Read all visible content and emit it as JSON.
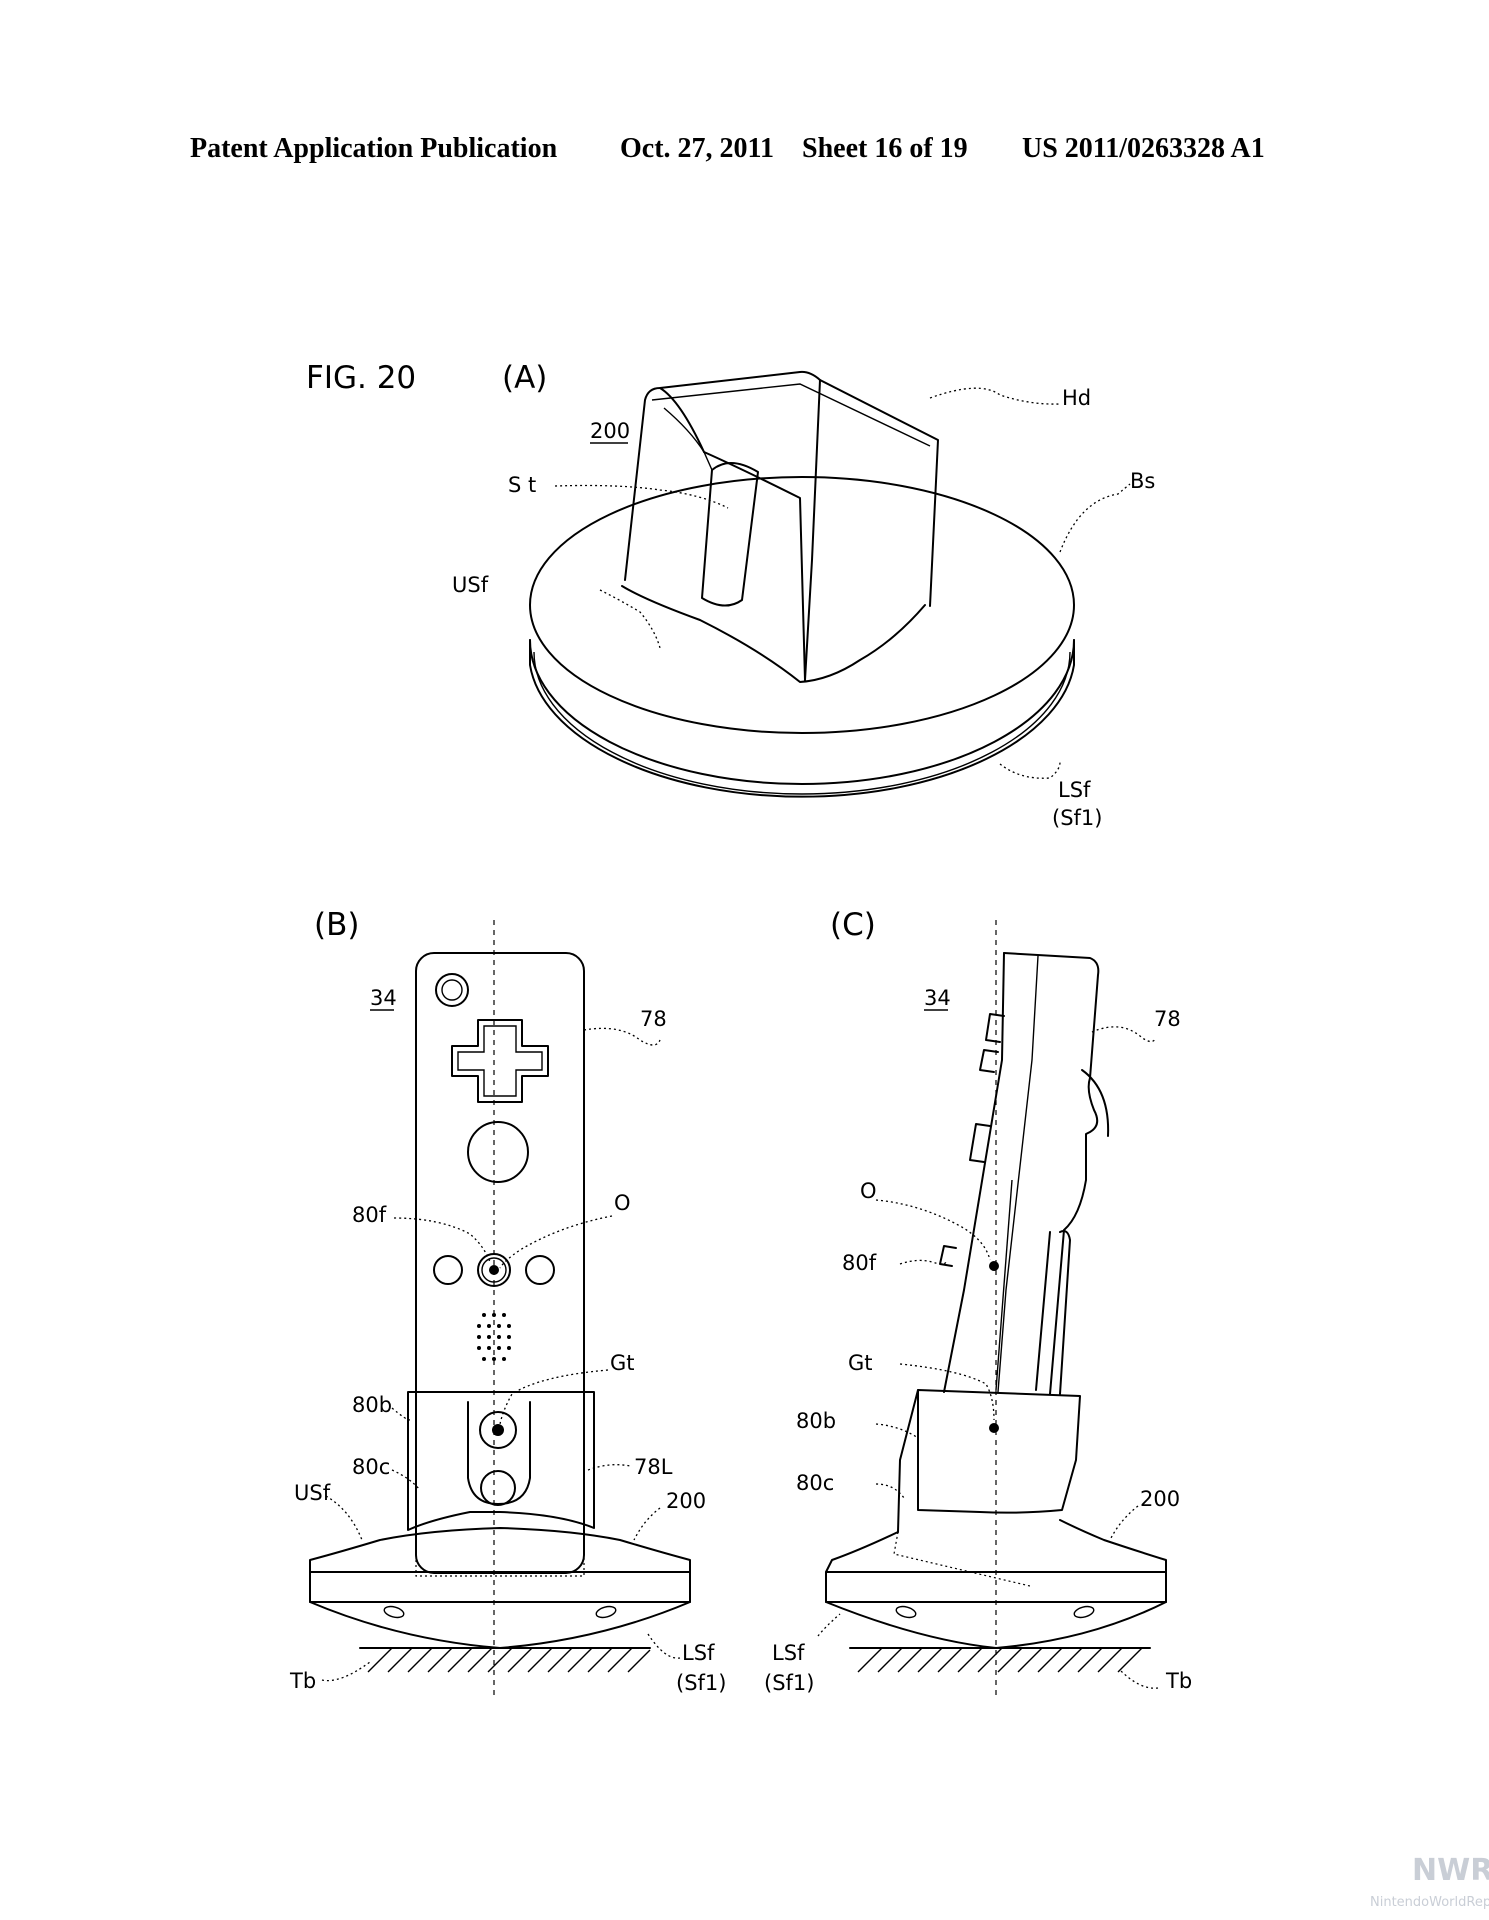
{
  "header": {
    "publication": "Patent Application Publication",
    "date": "Oct. 27, 2011",
    "sheet": "Sheet 16 of 19",
    "number": "US 2011/0263328 A1"
  },
  "figure": {
    "title": "FIG. 20",
    "panel_a": {
      "caption": "(A)",
      "labels": {
        "ref": "200",
        "hd": "Hd",
        "st": "S t",
        "bs": "Bs",
        "usf": "USf",
        "lsf": "LSf",
        "sf1": "(Sf1)"
      }
    },
    "panel_b": {
      "caption": "(B)",
      "labels": {
        "ref": "34",
        "n78": "78",
        "o": "O",
        "n80f": "80f",
        "gt": "Gt",
        "n80b": "80b",
        "n78l": "78L",
        "n80c": "80c",
        "usf": "USf",
        "n200": "200",
        "lsf": "LSf",
        "sf1": "(Sf1)",
        "tb": "Tb"
      }
    },
    "panel_c": {
      "caption": "(C)",
      "labels": {
        "ref": "34",
        "n78": "78",
        "o": "O",
        "n80f": "80f",
        "gt": "Gt",
        "n80b": "80b",
        "n80c": "80c",
        "n200": "200",
        "lsf": "LSf",
        "sf1": "(Sf1)",
        "tb": "Tb"
      }
    }
  },
  "watermark": {
    "logo": "NWR",
    "site": "NintendoWorldReport.com"
  },
  "colors": {
    "ink": "#000000",
    "paper": "#ffffff",
    "watermark": "#c9ced6"
  }
}
